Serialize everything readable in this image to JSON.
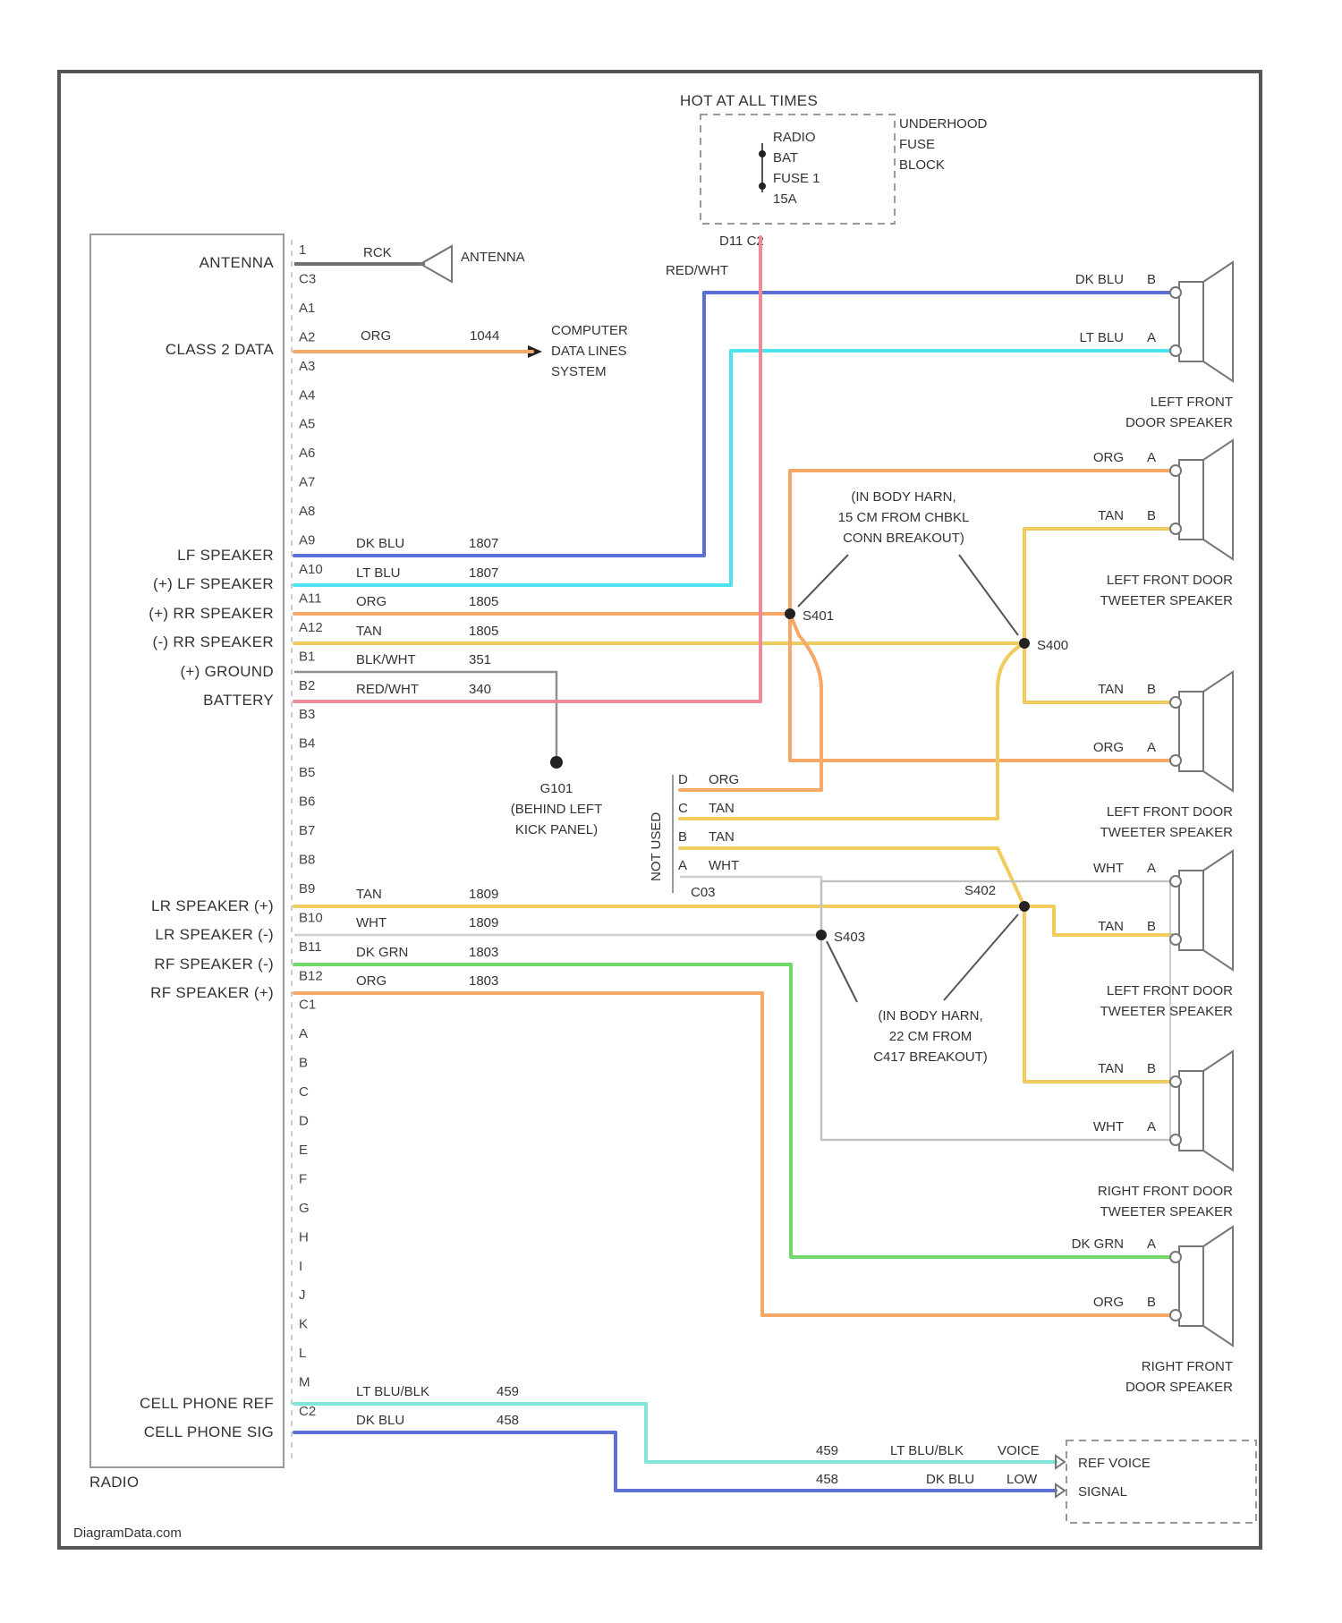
{
  "colors": {
    "dk_blu": "#5b6fd6",
    "lt_blu": "#4fe3ef",
    "org": "#f6a866",
    "tan": "#f0cc5e",
    "red_wht": "#f08a9a",
    "dk_grn": "#6fd96a",
    "gray": "#8f8f8f",
    "wht": "#cfcfcf",
    "lt_blu_blk": "#7fe6d8"
  },
  "icons": [
    "antenna-icon",
    "speaker-icon",
    "connector-arrow-icon",
    "ground-icon",
    "splice-node-icon"
  ],
  "fuse": {
    "header": "HOT AT ALL TIMES",
    "lines": [
      "RADIO",
      "BAT",
      "FUSE 1",
      "15A"
    ],
    "block": [
      "UNDERHOOD",
      "FUSE",
      "BLOCK"
    ],
    "connector": "D11  C2",
    "wire": "RED/WHT"
  },
  "radio": {
    "name": "RADIO",
    "connector_top": "C3",
    "connector_bottom": "C2",
    "functions": [
      "ANTENNA",
      "CLASS 2 DATA",
      "LF SPEAKER",
      "(+) LF SPEAKER",
      "(+) RR SPEAKER",
      "(-) RR SPEAKER",
      "(+) GROUND",
      "BATTERY",
      "LR SPEAKER (+)",
      "LR SPEAKER (-)",
      "RF SPEAKER (-)",
      "RF SPEAKER (+)",
      "CELL PHONE REF",
      "CELL PHONE SIG"
    ],
    "pins": [
      "1",
      "C3",
      "A1",
      "A2",
      "A3",
      "A4",
      "A5",
      "A6",
      "A7",
      "A8",
      "A9",
      "A10",
      "A11",
      "A12",
      "B1",
      "B2",
      "B3",
      "B4",
      "B5",
      "B6",
      "B7",
      "B8",
      "B9",
      "B10",
      "B11",
      "B12",
      "C1",
      "A",
      "B",
      "C",
      "D",
      "E",
      "F",
      "G",
      "H",
      "I",
      "J",
      "K",
      "L",
      "M",
      "C2"
    ]
  },
  "antenna": {
    "wire": "RCK",
    "label": "ANTENNA"
  },
  "computer": {
    "wire": "ORG",
    "circuit": "1044",
    "lines": [
      "COMPUTER",
      "DATA LINES",
      "SYSTEM"
    ]
  },
  "wires": {
    "a8": {
      "color": "DK BLU",
      "circuit": "1807"
    },
    "a9": {
      "color": "LT BLU",
      "circuit": "1807"
    },
    "a10": {
      "color": "ORG",
      "circuit": "1805"
    },
    "a11": {
      "color": "TAN",
      "circuit": "1805"
    },
    "a12": {
      "color": "BLK/WHT",
      "circuit": "351"
    },
    "b1": {
      "color": "RED/WHT",
      "circuit": "340"
    },
    "b8": {
      "color": "TAN",
      "circuit": "1809"
    },
    "b9": {
      "color": "WHT",
      "circuit": "1809"
    },
    "b10": {
      "color": "DK GRN",
      "circuit": "1803"
    },
    "b11": {
      "color": "ORG",
      "circuit": "1803"
    },
    "l": {
      "color": "LT BLU/BLK",
      "circuit": "459"
    },
    "m": {
      "color": "DK BLU",
      "circuit": "458"
    }
  },
  "ground": {
    "id": "G101",
    "lines": [
      "(BEHIND LEFT",
      "KICK PANEL)"
    ]
  },
  "splices": {
    "s401": "S401",
    "s400": "S400",
    "s402": "S402",
    "s403": "S403",
    "note_top": [
      "(IN BODY HARN,",
      "15 CM FROM CHBKL",
      "CONN BREAKOUT)"
    ],
    "note_bottom": [
      "(IN BODY HARN,",
      "22 CM FROM",
      "C417 BREAKOUT)"
    ]
  },
  "not_used": {
    "label": "NOT USED",
    "rows": [
      {
        "pin": "D",
        "color": "ORG"
      },
      {
        "pin": "C",
        "color": "TAN"
      },
      {
        "pin": "B",
        "color": "TAN"
      },
      {
        "pin": "A",
        "color": "WHT"
      }
    ],
    "connector": "C03"
  },
  "speakers": [
    {
      "wires": [
        {
          "color": "DK BLU",
          "pin": "B"
        },
        {
          "color": "LT BLU",
          "pin": "A"
        }
      ],
      "lines": [
        "LEFT FRONT",
        "DOOR SPEAKER"
      ]
    },
    {
      "wires": [
        {
          "color": "ORG",
          "pin": "A"
        },
        {
          "color": "TAN",
          "pin": "B"
        }
      ],
      "lines": [
        "LEFT FRONT DOOR",
        "TWEETER SPEAKER"
      ]
    },
    {
      "wires": [
        {
          "color": "TAN",
          "pin": "B"
        },
        {
          "color": "ORG",
          "pin": "A"
        }
      ],
      "lines": [
        "LEFT FRONT DOOR",
        "TWEETER SPEAKER"
      ]
    },
    {
      "wires": [
        {
          "color": "WHT",
          "pin": "A"
        },
        {
          "color": "TAN",
          "pin": "B"
        }
      ],
      "lines": [
        "LEFT FRONT DOOR",
        "TWEETER SPEAKER"
      ]
    },
    {
      "wires": [
        {
          "color": "TAN",
          "pin": "B"
        },
        {
          "color": "WHT",
          "pin": "A"
        }
      ],
      "lines": [
        "RIGHT FRONT DOOR",
        "TWEETER SPEAKER"
      ]
    },
    {
      "wires": [
        {
          "color": "DK GRN",
          "pin": "A"
        },
        {
          "color": "ORG",
          "pin": "B"
        }
      ],
      "lines": [
        "RIGHT FRONT",
        "DOOR SPEAKER"
      ]
    }
  ],
  "cell": {
    "circuit_ref": "459",
    "circuit_sig": "458",
    "color_ref": "LT BLU/BLK",
    "color_sig": "DK BLU",
    "end_ref": "VOICE",
    "end_sig": "LOW",
    "lines": [
      "REF VOICE",
      "SIGNAL"
    ]
  },
  "watermark": "DiagramData.com"
}
